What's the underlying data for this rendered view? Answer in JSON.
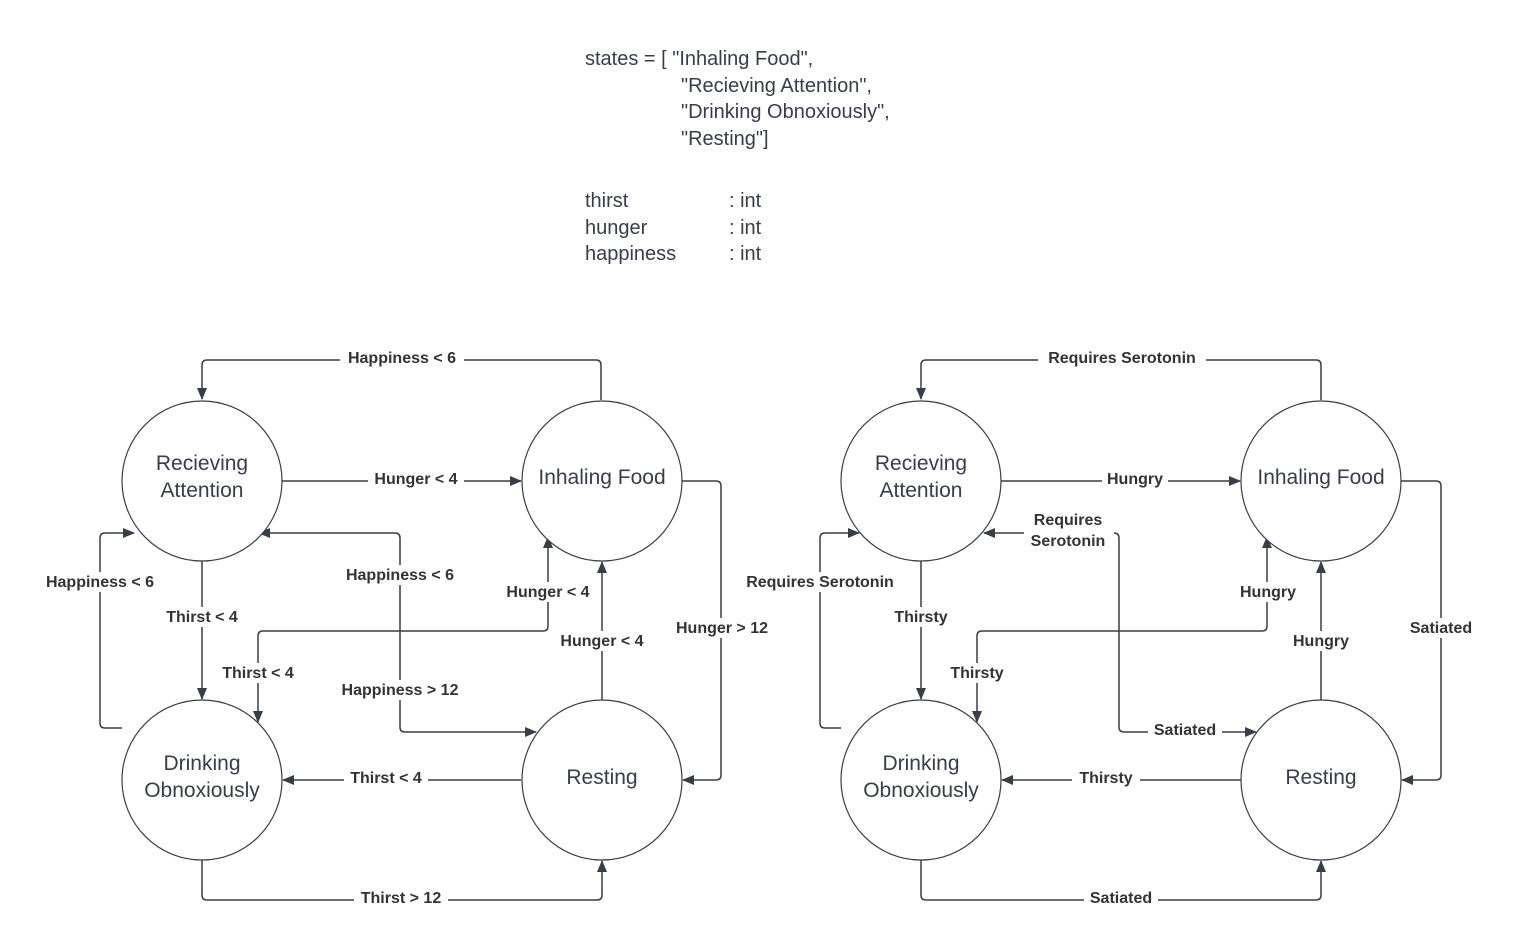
{
  "spec": {
    "states_line_1": "states = [ \"Inhaling Food\",",
    "states_line_2": "\"Recieving Attention\",",
    "states_line_3": "\"Drinking Obnoxiously\",",
    "states_line_4": "\"Resting\"]",
    "vars": [
      {
        "name": "thirst",
        "type": ": int"
      },
      {
        "name": "hunger",
        "type": ": int"
      },
      {
        "name": "happiness",
        "type": ": int"
      }
    ]
  },
  "colors": {
    "stroke": "#3a3d44",
    "text": "#3a3d44",
    "label": "#333333",
    "background": "#ffffff"
  },
  "diagrams": [
    {
      "id": "numeric",
      "states": {
        "attention": [
          "Recieving",
          "Attention"
        ],
        "food": [
          "Inhaling Food"
        ],
        "drinking": [
          "Drinking",
          "Obnoxiously"
        ],
        "resting": [
          "Resting"
        ]
      },
      "edges": {
        "food_to_attention_top": "Happiness < 6",
        "attention_to_food": "Hunger < 4",
        "drinking_to_attention": "Happiness < 6",
        "attention_to_drinking": "Thirst < 4",
        "resting_attention_upper": "Happiness < 6",
        "resting_attention_lower": "Happiness > 12",
        "drinking_to_food": "Hunger < 4",
        "food_to_drinking": "Thirst < 4",
        "resting_to_food": "Hunger < 4",
        "food_to_resting": "Hunger > 12",
        "resting_to_drinking": "Thirst < 4",
        "drinking_to_resting_bottom": "Thirst > 12"
      }
    },
    {
      "id": "descriptive",
      "states": {
        "attention": [
          "Recieving",
          "Attention"
        ],
        "food": [
          "Inhaling Food"
        ],
        "drinking": [
          "Drinking",
          "Obnoxiously"
        ],
        "resting": [
          "Resting"
        ]
      },
      "edges": {
        "food_to_attention_top": "Requires Serotonin",
        "attention_to_food": "Hungry",
        "drinking_to_attention": "Requires Serotonin",
        "attention_to_drinking": "Thirsty",
        "resting_attention_upper_1": "Requires",
        "resting_attention_upper_2": "Serotonin",
        "resting_attention_lower": "Satiated",
        "drinking_to_food": "Hungry",
        "food_to_drinking": "Thirsty",
        "resting_to_food": "Hungry",
        "food_to_resting": "Satiated",
        "resting_to_drinking": "Thirsty",
        "drinking_to_resting_bottom": "Satiated"
      }
    }
  ]
}
